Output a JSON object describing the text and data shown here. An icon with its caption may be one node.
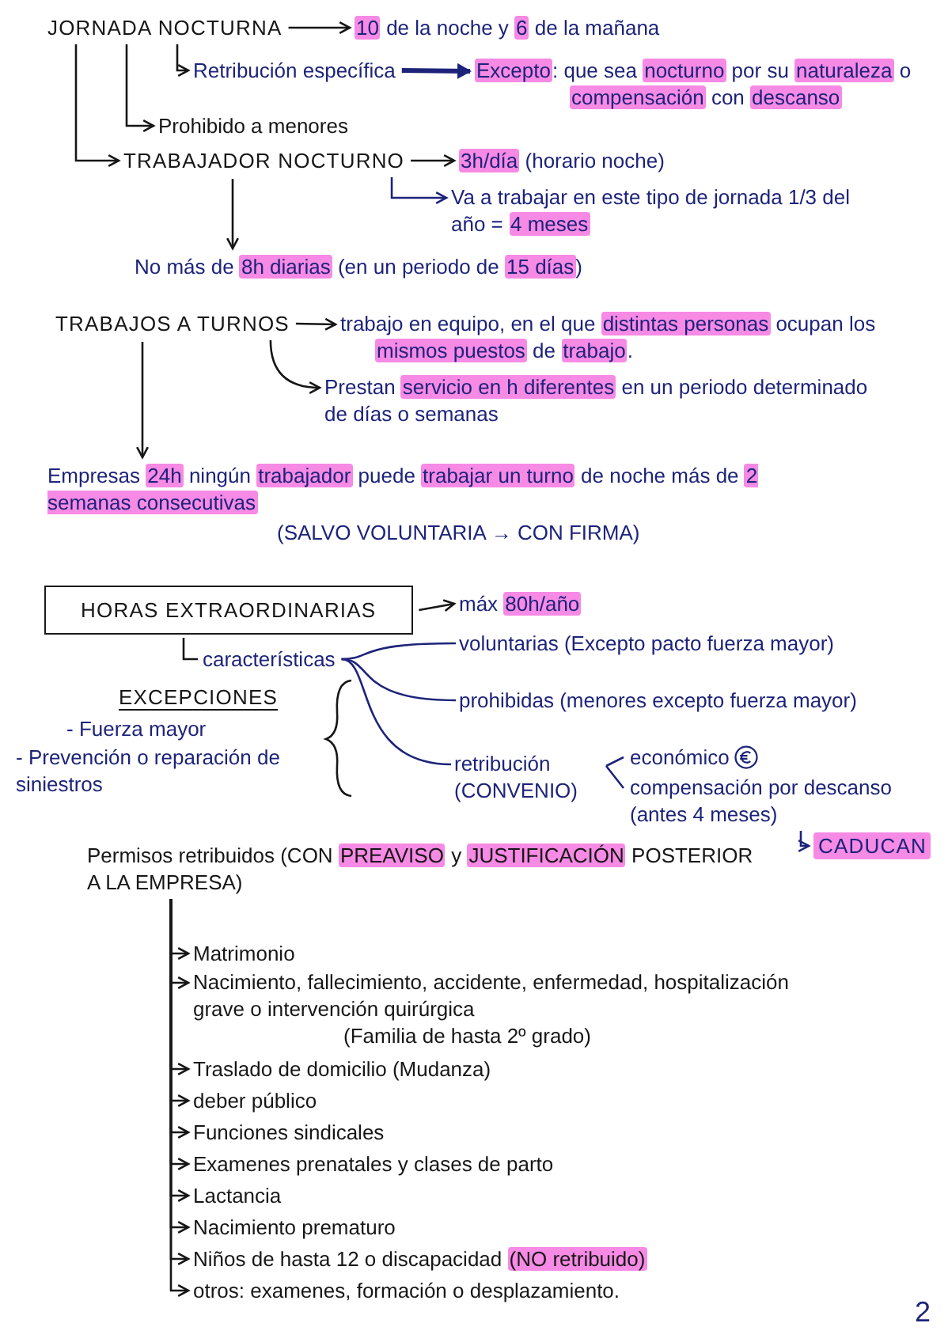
{
  "diagram": {
    "nodes": [
      {
        "text": [
          "JORNADA NOCTURNA"
        ]
      },
      {
        "text": [
          "**10** de la noche y **6** de la mañana"
        ]
      },
      {
        "text": [
          "Retribución específica"
        ]
      },
      {
        "text": [
          "**Excepto**: que sea **nocturno** por su **naturaleza** o **compensación** con **descanso**"
        ]
      },
      {
        "text": [
          "Prohibido a menores"
        ]
      },
      {
        "text": [
          "TRABAJADOR NOCTURNO"
        ]
      },
      {
        "text": [
          "**3h/día** (horario noche)"
        ]
      },
      {
        "text": [
          "Va a trabajar en este tipo de jornada 1/3 del año = **4 meses**"
        ]
      },
      {
        "text": [
          "No más de **8h diarias** (en un periodo de **15 días**)"
        ]
      },
      {
        "text": [
          "TRABAJOS A TURNOS"
        ]
      },
      {
        "text": [
          "trabajo en equipo, en el que **distintas personas** ocupan los **mismos puestos** de **trabajo**."
        ]
      },
      {
        "text": [
          "Prestan **servicio en h diferentes** en un periodo determinado de días o semanas"
        ]
      },
      {
        "text": [
          "Empresas **24h** ningún **trabajador** puede **trabajar un turno** de noche más de **2 semanas consecutivas**",
          "(SALVO VOLUNTARIA → CON FIRMA)"
        ]
      },
      {
        "text": [
          "HORAS EXTRAORDINARIAS"
        ]
      },
      {
        "text": [
          "máx **80h/año**"
        ]
      },
      {
        "text": [
          "características"
        ]
      },
      {
        "text": [
          "voluntarias (Excepto pacto fuerza mayor)"
        ]
      },
      {
        "text": [
          "prohibidas (menores excepto fuerza mayor)"
        ]
      },
      {
        "text": [
          "retribución (CONVENIO)"
        ]
      },
      {
        "text": [
          "económico"
        ]
      },
      {
        "text": [
          "compensación por descanso (antes 4 meses)"
        ]
      },
      {
        "text": [
          "CADUCAN"
        ]
      },
      {
        "text": [
          "Permisos retribuidos (CON **PREAVISO** y **JUSTIFICACIÓN** POSTERIOR A LA EMPRESA)"
        ]
      },
      {
        "text": [
          "Matrimonio"
        ]
      },
      {
        "text": [
          "Nacimiento, fallecimiento, accidente, enfermedad, hospitalización grave o intervención quirúrgica",
          "(Familia de hasta 2º grado)"
        ]
      },
      {
        "text": [
          "Traslado de domicilio (Mudanza)"
        ]
      },
      {
        "text": [
          "deber público"
        ]
      },
      {
        "text": [
          "Funciones sindicales"
        ]
      },
      {
        "text": [
          "Examenes prenatales y clases de parto"
        ]
      },
      {
        "text": [
          "Lactancia"
        ]
      },
      {
        "text": [
          "Nacimiento prematuro"
        ]
      },
      {
        "text": [
          "Niños de hasta 12 o discapacidad **(NO retribuido)**"
        ]
      },
      {
        "text": [
          "otros: examenes, formación o desplazamiento."
        ]
      }
    ],
    "edges": [
      {
        "from": 0,
        "to": 1,
        "arrow": "to"
      },
      {
        "from": 0,
        "to": 2,
        "arrow": "to"
      },
      {
        "from": 2,
        "to": 3,
        "arrow": "to",
        "style": "thick",
        "color": "#1d237a"
      },
      {
        "from": 0,
        "to": 4,
        "arrow": "to"
      },
      {
        "from": 0,
        "to": 5,
        "arrow": "to"
      },
      {
        "from": 5,
        "to": 6,
        "arrow": "to"
      },
      {
        "from": 5,
        "to": 7,
        "arrow": "to",
        "color": "#1d237a"
      },
      {
        "from": 5,
        "to": 8,
        "arrow": "to"
      },
      {
        "from": 9,
        "to": 10,
        "arrow": "to"
      },
      {
        "from": 9,
        "to": 11,
        "arrow": "to"
      },
      {
        "from": 9,
        "to": 12,
        "arrow": "to"
      },
      {
        "from": 13,
        "to": 14,
        "arrow": "to"
      },
      {
        "from": 13,
        "to": 15,
        "arrow": "none"
      },
      {
        "from": 15,
        "to": 16,
        "arrow": "none",
        "color": "#1d237a"
      },
      {
        "from": 15,
        "to": 17,
        "arrow": "none",
        "color": "#1d237a"
      },
      {
        "from": 15,
        "to": 18,
        "arrow": "none",
        "color": "#1d237a"
      },
      {
        "from": 18,
        "to": 19,
        "arrow": "none",
        "color": "#1d237a"
      },
      {
        "from": 18,
        "to": 20,
        "arrow": "none",
        "color": "#1d237a"
      },
      {
        "from": 20,
        "to": 21,
        "arrow": "to",
        "color": "#1d237a"
      },
      {
        "from": 22,
        "to": 23,
        "arrow": "to"
      },
      {
        "from": 22,
        "to": 24,
        "arrow": "to"
      },
      {
        "from": 22,
        "to": 25,
        "arrow": "to"
      },
      {
        "from": 22,
        "to": 26,
        "arrow": "to"
      },
      {
        "from": 22,
        "to": 27,
        "arrow": "to"
      },
      {
        "from": 22,
        "to": 28,
        "arrow": "to"
      },
      {
        "from": 22,
        "to": 29,
        "arrow": "to"
      },
      {
        "from": 22,
        "to": 30,
        "arrow": "to"
      },
      {
        "from": 22,
        "to": 31,
        "arrow": "to"
      },
      {
        "from": 22,
        "to": 32,
        "arrow": "to"
      }
    ],
    "labels": [
      "EXCEPCIONES",
      "- Fuerza mayor",
      "- Prevención o reparación de siniestros",
      "2"
    ]
  }
}
